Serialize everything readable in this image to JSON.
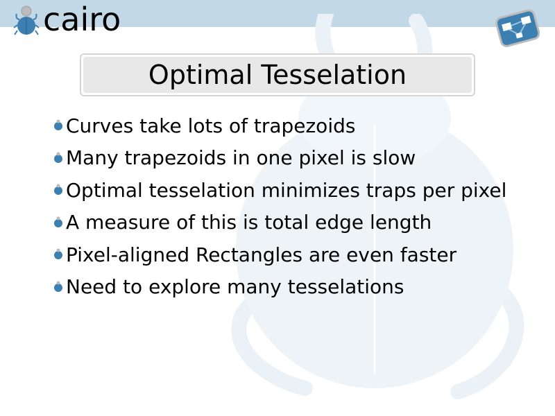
{
  "header": {
    "logo_text": "cairo"
  },
  "slide": {
    "title": "Optimal Tesselation",
    "bullets": [
      "Curves take lots of trapezoids",
      "Many trapezoids in one pixel is slow",
      "Optimal tesselation minimizes traps per pixel",
      "A measure of this is total edge length",
      "Pixel-aligned Rectangles are even faster",
      "Need to explore many tesselations"
    ]
  },
  "colors": {
    "band": "#c3d8e6",
    "accent": "#3c7fb1",
    "watermark": "#eef3f8"
  }
}
